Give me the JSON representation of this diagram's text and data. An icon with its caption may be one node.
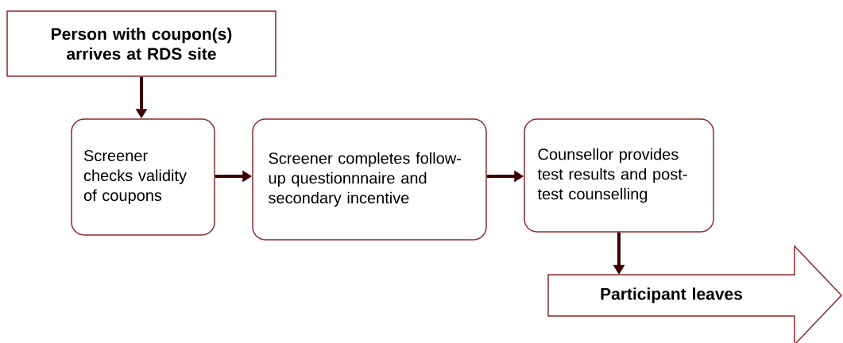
{
  "diagram": {
    "nodes": [
      {
        "text": [
          "Person with coupon(s) arrives at RDS site"
        ]
      },
      {
        "text": [
          "Screener checks validity of coupons"
        ]
      },
      {
        "text": [
          "Screener completes follow-up questionnnaire and secondary incentive"
        ]
      },
      {
        "text": [
          "Counsellor provides test results and post-test counselling"
        ]
      },
      {
        "text": [
          "Participant leaves"
        ]
      }
    ],
    "edges": [
      {
        "from": 0,
        "to": 1,
        "arrow": "to"
      },
      {
        "from": 1,
        "to": 2,
        "arrow": "to"
      },
      {
        "from": 2,
        "to": 3,
        "arrow": "to"
      },
      {
        "from": 3,
        "to": 4,
        "arrow": "to"
      }
    ]
  }
}
